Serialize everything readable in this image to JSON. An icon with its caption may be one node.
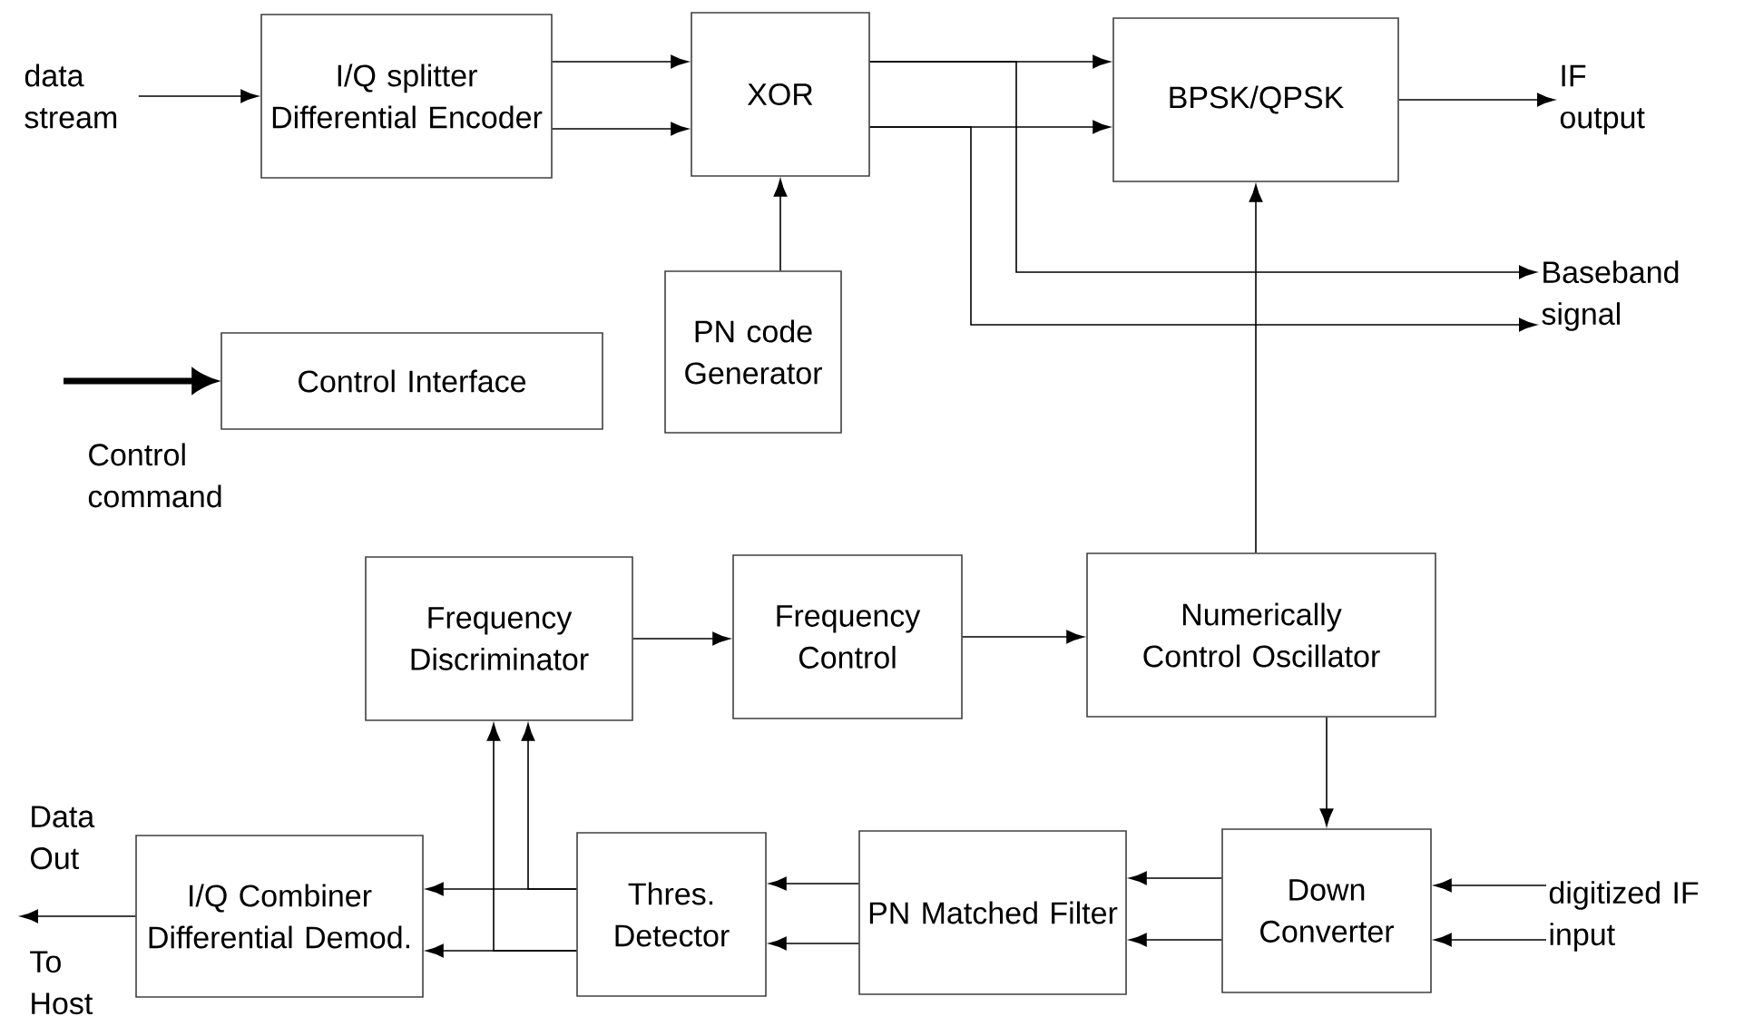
{
  "diagram": {
    "nodes": [
      {
        "text": [
          "I/Q splitter Differential Encoder"
        ]
      },
      {
        "text": [
          "XOR"
        ]
      },
      {
        "text": [
          "BPSK/QPSK"
        ]
      },
      {
        "text": [
          "PN code Generator"
        ]
      },
      {
        "text": [
          "Control Interface"
        ]
      },
      {
        "text": [
          "Frequency Discriminator"
        ]
      },
      {
        "text": [
          "Frequency Control"
        ]
      },
      {
        "text": [
          "Numerically Control Oscillator"
        ]
      },
      {
        "text": [
          "Down Converter"
        ]
      },
      {
        "text": [
          "PN Matched Filter"
        ]
      },
      {
        "text": [
          "Thres. Detector"
        ]
      },
      {
        "text": [
          "I/Q Combiner Differential Demod."
        ]
      },
      {
        "text": [
          "data stream"
        ]
      },
      {
        "text": [
          "IF output"
        ]
      },
      {
        "text": [
          "Baseband signal"
        ]
      },
      {
        "text": [
          "digitized IF input"
        ]
      }
    ],
    "edges": [
      {
        "from": 12,
        "to": 0,
        "arrow": "to"
      },
      {
        "from": 0,
        "to": 1,
        "arrow": "to"
      },
      {
        "from": 0,
        "to": 1,
        "arrow": "to"
      },
      {
        "from": 1,
        "to": 2,
        "arrow": "to"
      },
      {
        "from": 1,
        "to": 2,
        "arrow": "to"
      },
      {
        "from": 1,
        "to": 14,
        "arrow": "to"
      },
      {
        "from": 1,
        "to": 14,
        "arrow": "to"
      },
      {
        "from": 3,
        "to": 1,
        "arrow": "to"
      },
      {
        "from": null,
        "to": 4,
        "arrow": "to",
        "style": "thick"
      },
      {
        "from": 7,
        "to": 2,
        "arrow": "to"
      },
      {
        "from": 5,
        "to": 6,
        "arrow": "to"
      },
      {
        "from": 6,
        "to": 7,
        "arrow": "to"
      },
      {
        "from": 7,
        "to": 8,
        "arrow": "to"
      },
      {
        "from": 15,
        "to": 8,
        "arrow": "to"
      },
      {
        "from": 15,
        "to": 8,
        "arrow": "to"
      },
      {
        "from": 8,
        "to": 9,
        "arrow": "to"
      },
      {
        "from": 8,
        "to": 9,
        "arrow": "to"
      },
      {
        "from": 9,
        "to": 10,
        "arrow": "to"
      },
      {
        "from": 9,
        "to": 10,
        "arrow": "to"
      },
      {
        "from": 10,
        "to": 11,
        "arrow": "to"
      },
      {
        "from": 10,
        "to": 11,
        "arrow": "to"
      },
      {
        "from": 10,
        "to": 5,
        "arrow": "to"
      },
      {
        "from": 10,
        "to": 5,
        "arrow": "to"
      },
      {
        "from": 11,
        "to": null,
        "arrow": "to"
      },
      {
        "from": 2,
        "to": 13,
        "arrow": "to"
      }
    ],
    "labels": [
      "Control command",
      "Data Out",
      "To Host"
    ]
  }
}
